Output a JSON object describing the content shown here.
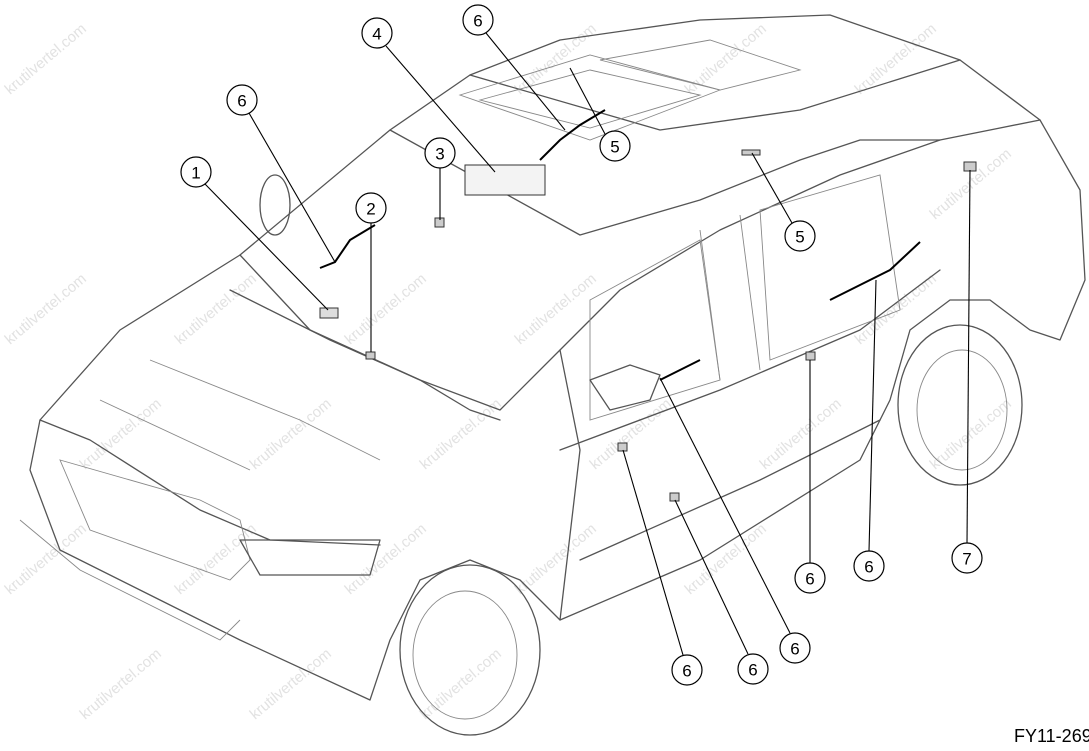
{
  "figure_code": "FY11-269",
  "watermark": "krutilvertel.com",
  "callouts": [
    {
      "label": "1"
    },
    {
      "label": "2"
    },
    {
      "label": "3"
    },
    {
      "label": "4"
    },
    {
      "label": "5"
    },
    {
      "label": "6"
    },
    {
      "label": "6"
    },
    {
      "label": "5"
    },
    {
      "label": "7"
    },
    {
      "label": "6"
    },
    {
      "label": "6"
    },
    {
      "label": "6"
    },
    {
      "label": "6"
    },
    {
      "label": "6"
    }
  ]
}
